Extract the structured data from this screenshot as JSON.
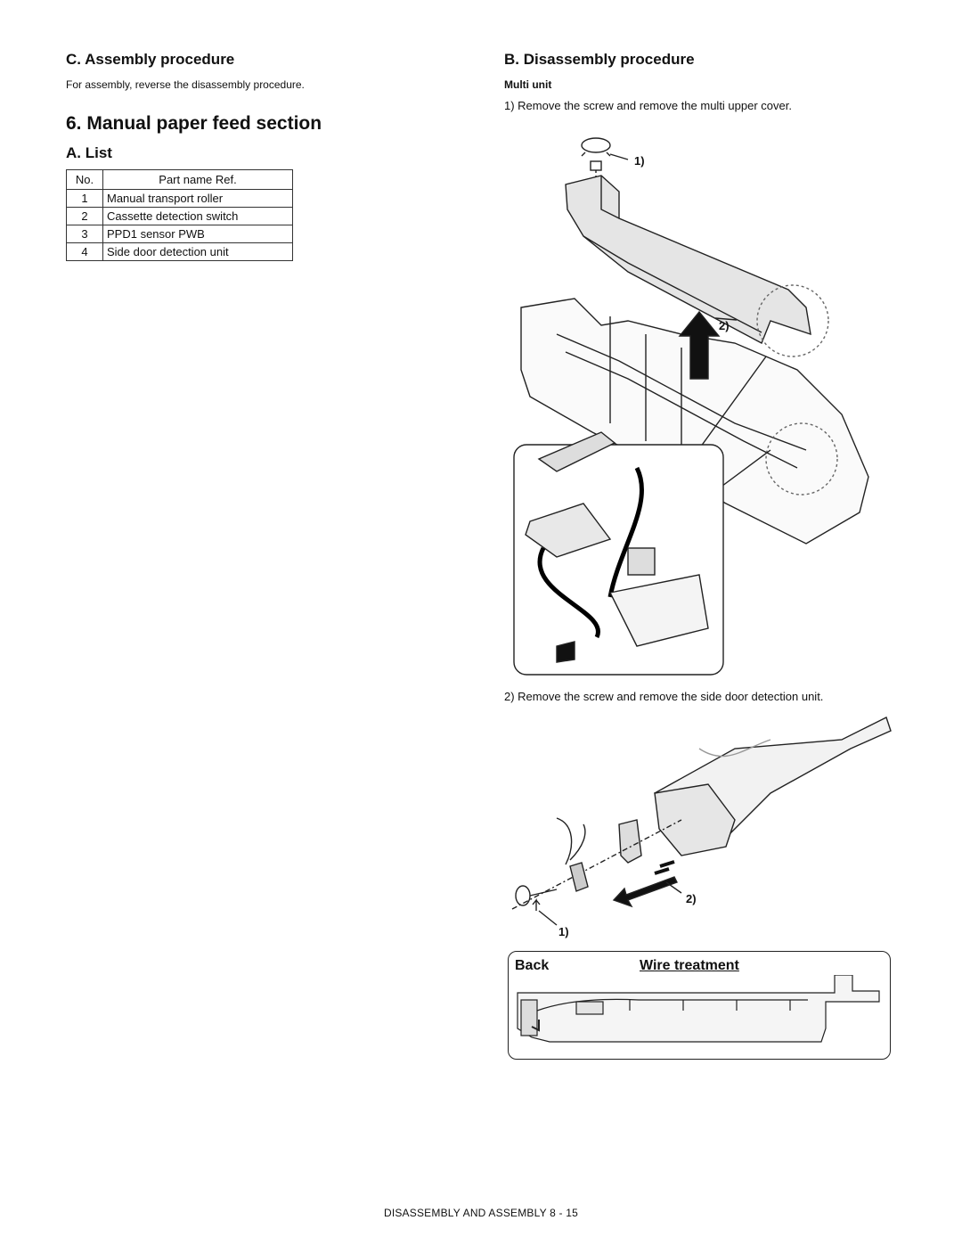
{
  "left": {
    "assembly": {
      "heading": "C.  Assembly procedure",
      "text": "For assembly, reverse the disassembly procedure."
    },
    "section_title": "6. Manual paper feed section",
    "list_heading": "A.  List",
    "table": {
      "headers": [
        "No.",
        "Part name Ref."
      ],
      "rows": [
        {
          "no": "1",
          "name": "Manual transport roller"
        },
        {
          "no": "2",
          "name": "Cassette detection switch"
        },
        {
          "no": "3",
          "name": "PPD1 sensor PWB"
        },
        {
          "no": "4",
          "name": "Side door detection unit"
        }
      ]
    }
  },
  "right": {
    "disassembly_heading": "B.  Disassembly procedure",
    "subheading": "Multi unit",
    "step1": "1)   Remove the screw and remove the multi upper cover.",
    "step2": "2)   Remove the screw and remove the side door detection unit.",
    "fig1_callouts": [
      "1)",
      "2)"
    ],
    "fig2_callouts": [
      "2)",
      "1)"
    ],
    "wire_box": {
      "back_label": "Back",
      "title": "Wire treatment"
    }
  },
  "footer": "DISASSEMBLY AND ASSEMBLY  8 - 15"
}
